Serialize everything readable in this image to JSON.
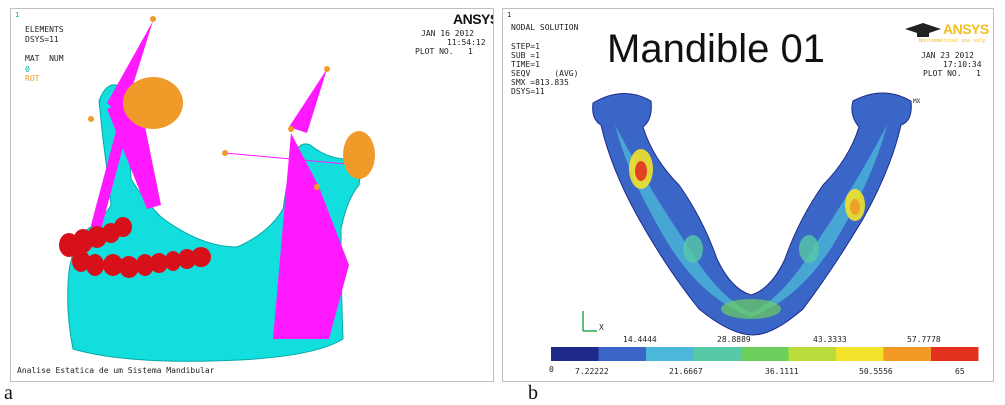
{
  "panel_a": {
    "corner_number": "1",
    "info_lines": [
      "ELEMENTS",
      "DSYS=11",
      "",
      "MAT  NUM"
    ],
    "legend_zero": "0",
    "legend_rot": "ROT",
    "brand": "ANSYS",
    "date": "JAN 16 2012",
    "time": "11:54:12",
    "plot_no": "PLOT NO.   1",
    "caption": "Analise Estatica de um Sistema Mandibular",
    "colors": {
      "bone": "#12dede",
      "teeth": "#d8101a",
      "muscles": "#ff19ff",
      "condyle": "#f09a2a"
    }
  },
  "panel_b": {
    "corner_number": "1",
    "info_lines": [
      "NODAL SOLUTION",
      "",
      "STEP=1",
      "SUB =1",
      "TIME=1",
      "SEQV     (AVG)",
      "SMX =813.835",
      "DSYS=11"
    ],
    "title": "Mandible 01",
    "brand": "ANSYS",
    "brand_sub": "Noncommercial use only",
    "date": "JAN 23 2012",
    "time": "17:10:34",
    "plot_no": "PLOT NO.   1",
    "mx_label": "MX",
    "axis_label": "X",
    "scale": {
      "top_labels": [
        "14.4444",
        "28.8889",
        "43.3333",
        "57.7778"
      ],
      "bottom_labels": [
        "0",
        "7.22222",
        "21.6667",
        "36.1111",
        "50.5556",
        "65"
      ],
      "colors": [
        "#1e2a8a",
        "#3a66c8",
        "#4cb7d8",
        "#58c9a6",
        "#6ccf5c",
        "#b9dc3a",
        "#f2e22a",
        "#f39a26",
        "#e2321e"
      ]
    }
  },
  "panel_letters": {
    "a": "a",
    "b": "b"
  }
}
